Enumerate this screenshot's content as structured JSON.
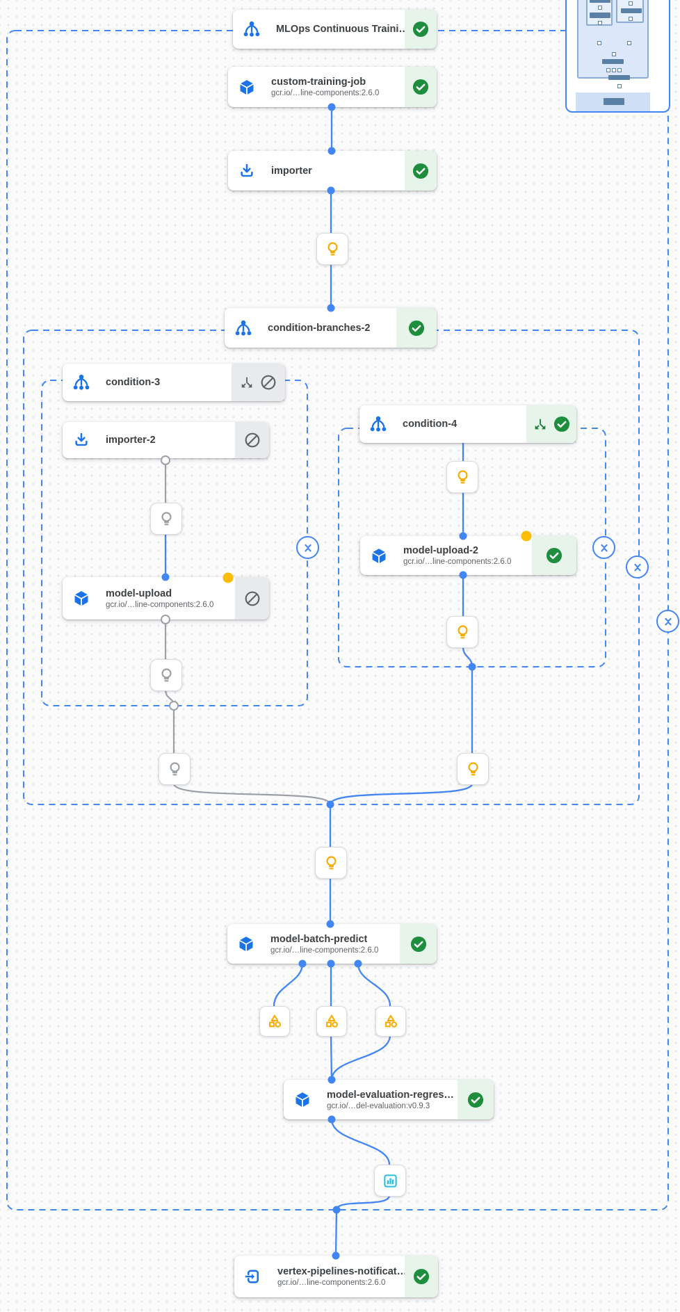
{
  "app": {
    "view": "pipeline-dag"
  },
  "colors": {
    "edge-blue": "#4285f4",
    "icon-blue": "#1a73e8",
    "green-bg": "#e6f4ea",
    "green": "#1e8e3e",
    "green-dark": "#188038",
    "gray-bg": "#e9eaed",
    "gray-icon": "#5f6368",
    "gray-edge": "#9aa0a6",
    "yellow": "#f9ab00",
    "yellow-dot": "#fbbc04",
    "teal": "#28c0dd",
    "title-color": "#3c4043",
    "subtitle-color": "#5f6368",
    "canvas-bg": "#fbfbfc",
    "grid-dot": "#e2e4e8",
    "minimap-blue": "#5b80a5",
    "minimap-panel": "#dce8f9",
    "minimap-border": "#8aacd9",
    "minimap-viewport": "#cfe0f6"
  },
  "icons": {
    "dag": "tree-branch",
    "importer": "download-into-tray",
    "component": "cube",
    "notification": "arrow-into-square",
    "parameter": "lightbulb-outline",
    "artifact": "triangle-square-circle",
    "metrics": "bar-chart-in-square",
    "succeeded": "check-circle",
    "skipped": "circle-slash",
    "branch": "split-arrows-down",
    "collapse": "unfold-less-chevrons",
    "marker": "yellow-dot"
  },
  "nodes": {
    "mlops": {
      "title": "MLOps Continuous Traini…",
      "status": "succeeded"
    },
    "custom_training_job": {
      "title": "custom-training-job",
      "subtitle": "gcr.io/…line-components:2.6.0",
      "status": "succeeded"
    },
    "importer": {
      "title": "importer",
      "status": "succeeded"
    },
    "condition_branches_2": {
      "title": "condition-branches-2",
      "status": "succeeded"
    },
    "condition_3": {
      "title": "condition-3",
      "status": "skipped"
    },
    "condition_4": {
      "title": "condition-4",
      "status": "succeeded"
    },
    "importer_2": {
      "title": "importer-2",
      "status": "skipped"
    },
    "model_upload": {
      "title": "model-upload",
      "subtitle": "gcr.io/…line-components:2.6.0",
      "status": "skipped"
    },
    "model_upload_2": {
      "title": "model-upload-2",
      "subtitle": "gcr.io/…line-components:2.6.0",
      "status": "succeeded"
    },
    "model_batch_predict": {
      "title": "model-batch-predict",
      "subtitle": "gcr.io/…line-components:2.6.0",
      "status": "succeeded"
    },
    "model_evaluation_regression": {
      "title": "model-evaluation-regres…",
      "subtitle": "gcr.io/…del-evaluation:v0.9.3",
      "status": "succeeded"
    },
    "vertex_pipelines_notification": {
      "title": "vertex-pipelines-notificat…",
      "subtitle": "gcr.io/…line-components:2.6.0",
      "status": "succeeded"
    }
  }
}
